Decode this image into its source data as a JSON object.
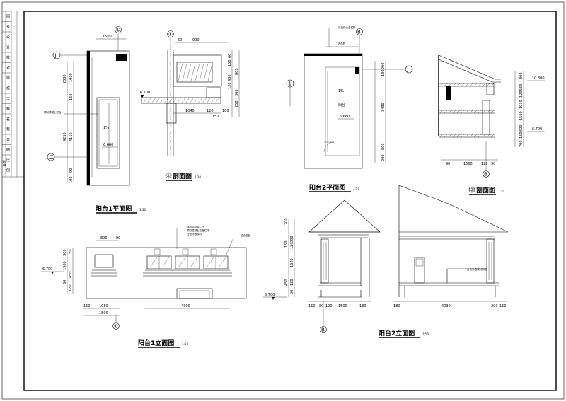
{
  "sheet": {
    "titleblock_marks": [
      "图",
      "号",
      "设",
      "计",
      "校",
      "对",
      "审",
      "核",
      "工",
      "程",
      "名",
      "称",
      "日",
      "期",
      "比",
      "例"
    ],
    "side_label": "会签"
  },
  "views": {
    "balcony1_plan": {
      "title": "阳台1平面图",
      "scale": "1:50",
      "axis_top": "①",
      "axis_left": "J",
      "axis_bottom": "二",
      "dim_top": "1500",
      "dims_left": [
        "2030",
        "1900",
        "150",
        "4250",
        "4110",
        "90",
        "100"
      ],
      "elevation": "6.660",
      "slope": "1%",
      "note": "预制混凝土栏板"
    },
    "section1": {
      "title": "剖面图",
      "marker": "①",
      "scale": "1:30",
      "axis": "①",
      "dims_top": [
        "60",
        "900"
      ],
      "dims_right": [
        "60",
        "150",
        "480",
        "800",
        "120",
        "300",
        "250"
      ],
      "dims_bottom": [
        "1040",
        "120",
        "100",
        "152"
      ],
      "elevation": "6.700"
    },
    "balcony2_plan": {
      "title": "阳台2平面图",
      "scale": "1:50",
      "axis_top": "B",
      "axis_right": "J",
      "axis_left": "1",
      "dim_top": "1800",
      "dims_right": [
        "200",
        "130",
        "3430",
        "800",
        "200"
      ],
      "elevation": "6.660",
      "slope": "1%",
      "label": "阳台",
      "note": "成品铝合金栏杆"
    },
    "section2": {
      "title": "剖面图",
      "marker": "②",
      "scale": "1:30",
      "axis": "B",
      "dims_right": [
        "300",
        "550",
        "120",
        "1030",
        "1500",
        "600",
        "150",
        "700"
      ],
      "elevations": [
        "10.300",
        "6.700"
      ],
      "dims_bottom": [
        "90",
        "1500",
        "120",
        "90"
      ]
    },
    "balcony1_elev": {
      "title": "阳台1立面图",
      "scale": "1:50",
      "axis": "①",
      "elevation": "6.700",
      "dims_top": [
        "890",
        "90"
      ],
      "dims_left": [
        "300",
        "150",
        "1500",
        "450",
        "60",
        "120"
      ],
      "dims_bottom": [
        "150",
        "1080",
        "1500"
      ],
      "dim_width": "4300",
      "notes": [
        "成品铝合金栏杆",
        "预制混凝土花瓶栏杆",
        "白色外墙涂料",
        "铝合金窗"
      ]
    },
    "balcony2_elev": {
      "title": "阳台2立面图",
      "scale": "1:50",
      "axis": "B",
      "elevation": "5.700",
      "dims_left": [
        "200",
        "150",
        "300",
        "120",
        "1620",
        "450",
        "120",
        "50"
      ],
      "dims_bottom_left": [
        "150",
        "80",
        "120",
        "1500",
        "180"
      ],
      "dims_bottom_right": [
        "180",
        "4030",
        "200",
        "150"
      ],
      "note": "白色外墙涂料饰面"
    }
  }
}
